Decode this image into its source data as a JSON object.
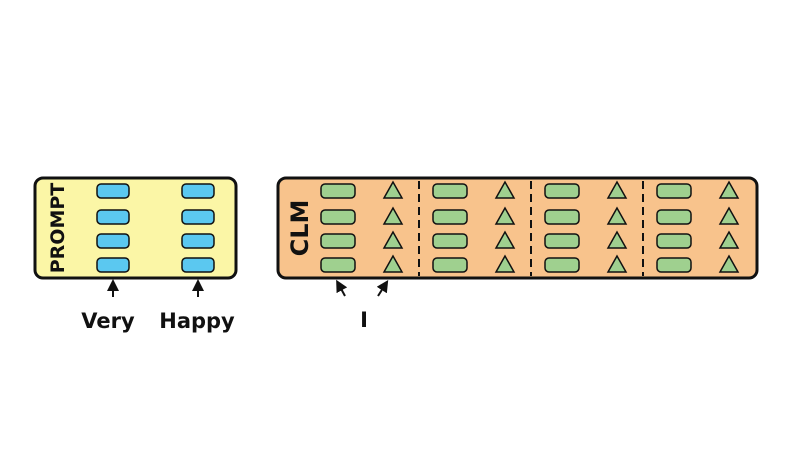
{
  "prompt": {
    "label": "PROMPT",
    "fill": "#fbf6a6",
    "token_color": "#5bc8f0",
    "columns": 2,
    "rows": 4,
    "words": [
      "Very",
      "Happy"
    ]
  },
  "clm": {
    "label": "CLM",
    "fill": "#f8c38c",
    "cell_color": "#9fd08f",
    "triangle_color": "#9fd08f",
    "segments": 4,
    "rows": 4,
    "input_word": "I"
  },
  "colors": {
    "outline": "#111111",
    "background": "#ffffff"
  }
}
